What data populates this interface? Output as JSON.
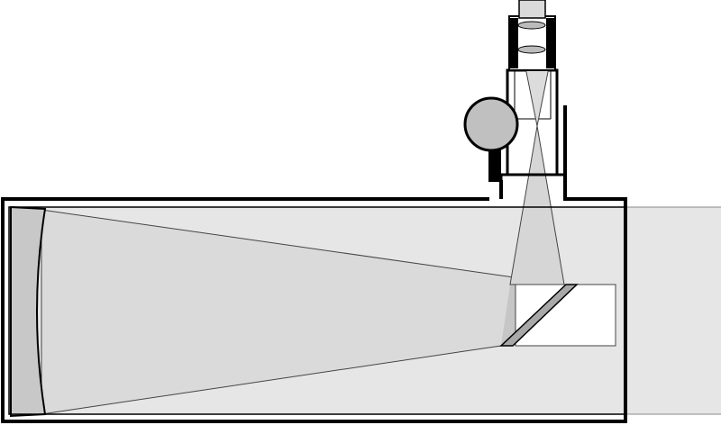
{
  "colors": {
    "background": "#ffffff",
    "incoming_light": "#e6e6e6",
    "light_cone": "#dadada",
    "light_cone_dark": "#c6c6c6",
    "primary_mirror": "#c8c8c8",
    "focuser_knob": "#c0c0c0",
    "outline": "#000000"
  },
  "components": [
    "telescope-tube",
    "primary-mirror",
    "secondary-mirror",
    "focuser",
    "eyepiece",
    "focus-knob",
    "light-path"
  ]
}
